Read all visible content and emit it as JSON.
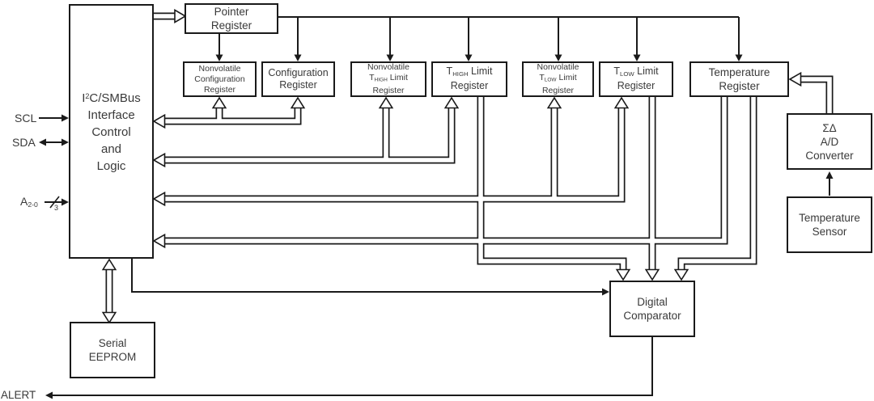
{
  "diagram_title": "I2C/SMBus temperature sensor functional block diagram",
  "pins": {
    "scl": "SCL",
    "sda": "SDA",
    "addr": "A",
    "addr_sub": "2-0",
    "addr_bus_width": "3",
    "alert": "ALERT"
  },
  "blocks": {
    "i2c": {
      "l1a": "I",
      "l1sup": "2",
      "l1b": "C/SMBus",
      "l2": "Interface",
      "l3": "Control",
      "l4": "and",
      "l5": "Logic"
    },
    "pointer": {
      "l1": "Pointer",
      "l2": "Register"
    },
    "nv_config": {
      "l1": "Nonvolatile",
      "l2": "Configuration",
      "l3": "Register"
    },
    "config": {
      "l1": "Configuration",
      "l2": "Register"
    },
    "nv_thigh": {
      "l1": "Nonvolatile",
      "t": "T",
      "tsub": "HIGH",
      "tpost": " Limit",
      "l3": "Register"
    },
    "thigh": {
      "t": "T",
      "tsub": "HIGH",
      "tpost": " Limit",
      "l2": "Register"
    },
    "nv_tlow": {
      "l1": "Nonvolatile",
      "t": "T",
      "tsub": "LOW",
      "tpost": " Limit",
      "l3": "Register"
    },
    "tlow": {
      "t": "T",
      "tsub": "LOW",
      "tpost": " Limit",
      "l2": "Register"
    },
    "temp_reg": {
      "l1": "Temperature",
      "l2": "Register"
    },
    "adc": {
      "l1": "ΣΔ",
      "l2": "A/D",
      "l3": "Converter"
    },
    "temp_sensor": {
      "l1": "Temperature",
      "l2": "Sensor"
    },
    "comparator": {
      "l1": "Digital",
      "l2": "Comparator"
    },
    "eeprom": {
      "l1": "Serial",
      "l2": "EEPROM"
    }
  },
  "colors": {
    "line": "#1a1a1a",
    "text": "#3a3a3a",
    "background": "#ffffff"
  }
}
